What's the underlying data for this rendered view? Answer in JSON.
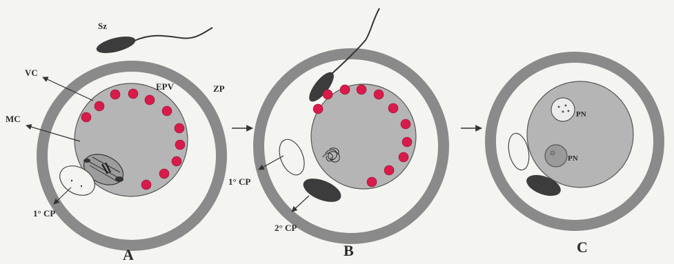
{
  "panels": {
    "a": {
      "letter": "A",
      "labels": {
        "sz": "Sz",
        "vc": "VC",
        "epv": "EPV",
        "zp": "ZP",
        "mc": "MC",
        "cp1": "1° CP"
      }
    },
    "b": {
      "letter": "B",
      "labels": {
        "cp1": "1° CP",
        "cp2": "2° CP"
      }
    },
    "c": {
      "letter": "C",
      "labels": {
        "pn_upper": "PN",
        "pn_lower": "PN"
      }
    }
  },
  "colors": {
    "background": "#f4f5f1",
    "zona": "#8a8a8a",
    "cytoplasm": "#b5b5b5",
    "vesicle": "#d81b4a",
    "dark_body": "#3c3c3c",
    "line": "#333333"
  }
}
